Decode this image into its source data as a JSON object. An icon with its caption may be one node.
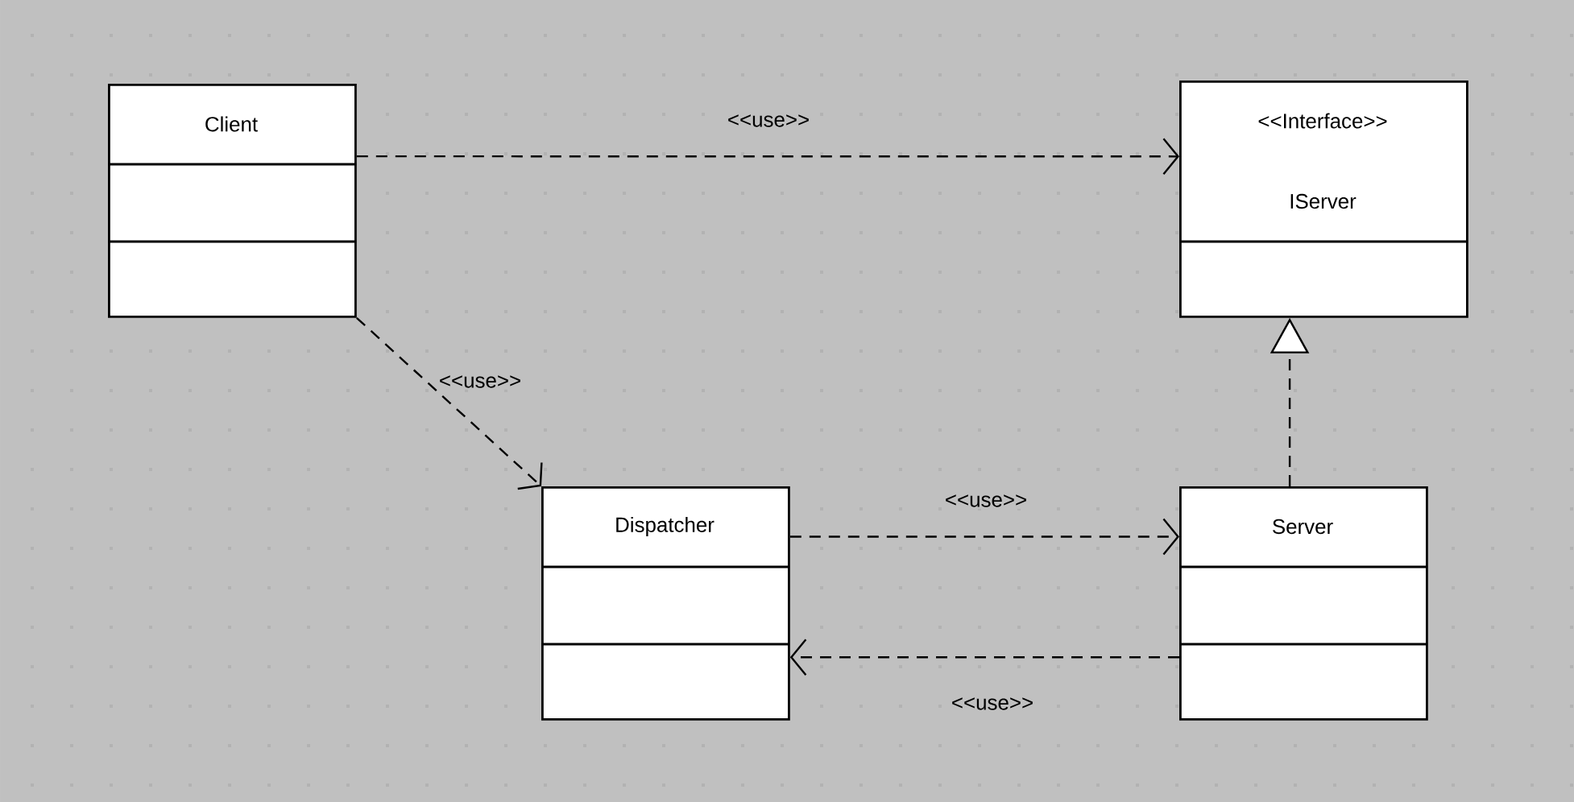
{
  "diagram": {
    "nodes": [
      {
        "text": [
          "Client"
        ]
      },
      {
        "text": [
          "<<Interface>>",
          "IServer"
        ]
      },
      {
        "text": [
          "Dispatcher"
        ]
      },
      {
        "text": [
          "Server"
        ]
      }
    ],
    "edges": [
      {
        "from": 0,
        "to": 1,
        "arrow": "to",
        "style": "dashed",
        "label": "<<use>>"
      },
      {
        "from": 0,
        "to": 2,
        "arrow": "to",
        "style": "dashed",
        "label": "<<use>>"
      },
      {
        "from": 2,
        "to": 3,
        "arrow": "to",
        "style": "dashed",
        "label": "<<use>>"
      },
      {
        "from": 3,
        "to": 2,
        "arrow": "to",
        "style": "dashed",
        "label": "<<use>>"
      },
      {
        "from": 3,
        "to": 1,
        "arrow": "to",
        "style": "dashed"
      }
    ]
  }
}
